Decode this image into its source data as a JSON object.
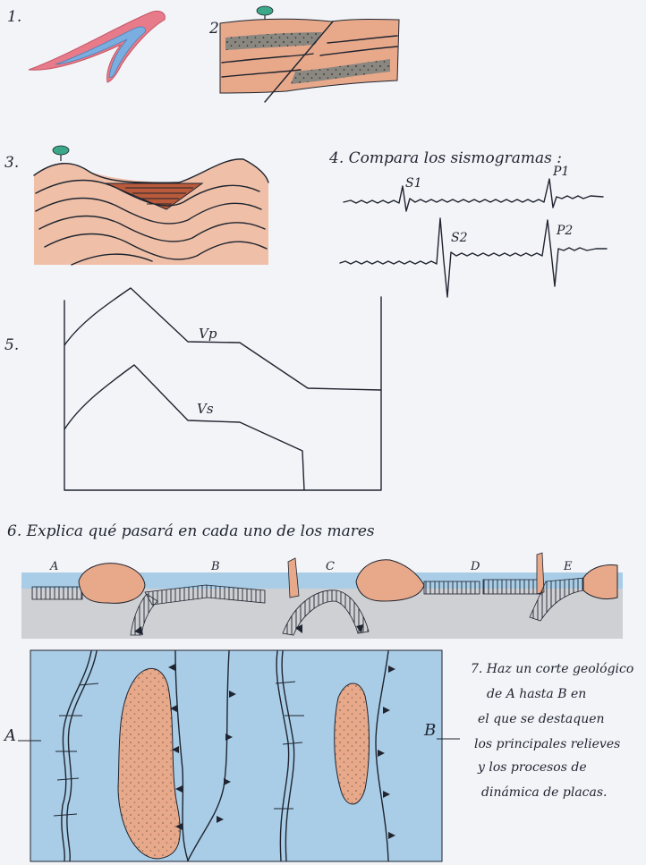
{
  "colors": {
    "paper": "#f3f4f7",
    "crust": "#e8a98a",
    "crust_light": "#f0c3ab",
    "fold_pink": "#e77b8a",
    "fold_blue": "#7aaee0",
    "sea": "#a9cde6",
    "mantle": "#cfd0d3",
    "tree": "#3aa889",
    "ink": "#1f2430"
  },
  "icons": [
    "tree-icon",
    "subduction-triangle-icon"
  ],
  "section1": {
    "number": "1."
  },
  "section2": {
    "number": "2"
  },
  "section3": {
    "number": "3."
  },
  "section4": {
    "prompt": "4. Compara los sismogramas :",
    "labels": {
      "s1": "S1",
      "p1": "P1",
      "s2": "S2",
      "p2": "P2"
    }
  },
  "section5": {
    "number": "5.",
    "labels": {
      "vp": "Vp",
      "vs": "Vs"
    }
  },
  "section6": {
    "prompt": "6. Explica qué pasará en cada uno de los mares",
    "seas": [
      "A",
      "B",
      "C",
      "D",
      "E"
    ]
  },
  "section7": {
    "label_a": "A",
    "label_b": "B",
    "prompt_lines": [
      "7. Haz un corte geológico",
      "de A hasta B en",
      "el que se destaquen",
      "los principales relieves",
      "y los procesos de",
      "dinámica de placas."
    ]
  }
}
